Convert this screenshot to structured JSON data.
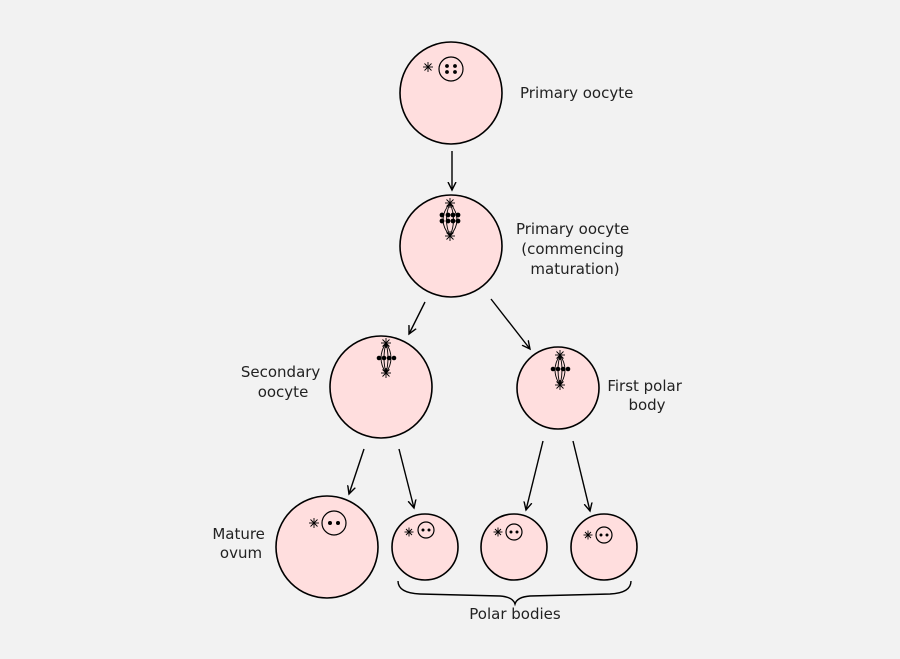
{
  "labels": {
    "primary_oocyte": "Primary oocyte",
    "primary_oocyte_commencing": [
      "Primary oocyte",
      "(commencing",
      "maturation)"
    ],
    "secondary_oocyte": [
      "Secondary",
      "oocyte"
    ],
    "first_polar_body": [
      "First polar",
      "body"
    ],
    "mature_ovum": [
      "Mature",
      "ovum"
    ],
    "polar_bodies": "Polar bodies"
  },
  "colors": {
    "cell_fill": "#ffdede",
    "outline": "#000000",
    "background": "#f2f2f2"
  }
}
